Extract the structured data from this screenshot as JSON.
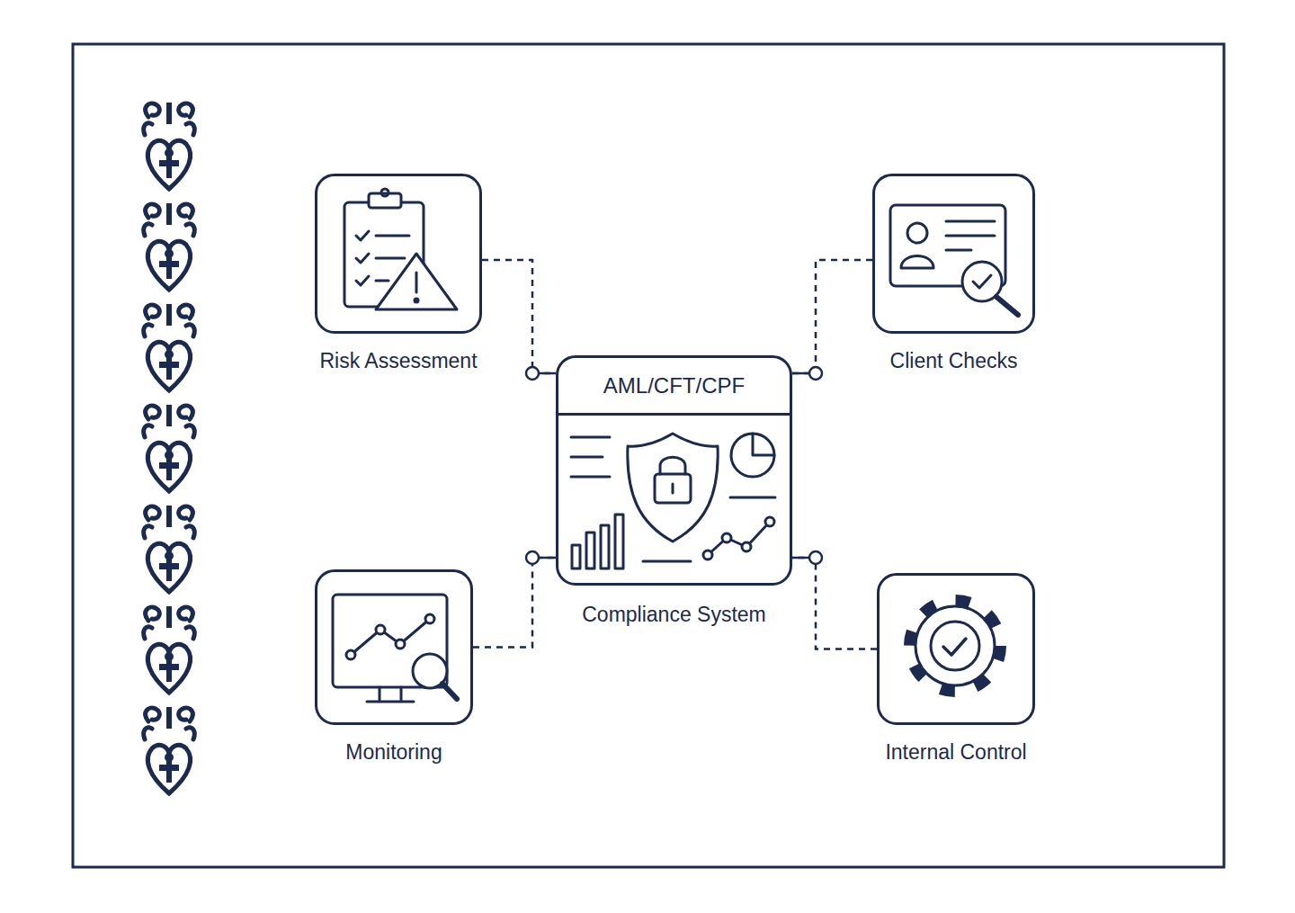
{
  "diagram": {
    "nodes": [
      {
        "text": [
          "Risk Assessment"
        ]
      },
      {
        "text": [
          "Client Checks"
        ]
      },
      {
        "text": [
          "AML/CFT/CPF",
          "Compliance System"
        ]
      },
      {
        "text": [
          "Monitoring"
        ]
      },
      {
        "text": [
          "Internal Control"
        ]
      }
    ],
    "edges": [
      {
        "from": 0,
        "to": 2,
        "arrow": "none"
      },
      {
        "from": 1,
        "to": 2,
        "arrow": "none"
      },
      {
        "from": 3,
        "to": 2,
        "arrow": "none"
      },
      {
        "from": 4,
        "to": 2,
        "arrow": "none"
      }
    ]
  }
}
